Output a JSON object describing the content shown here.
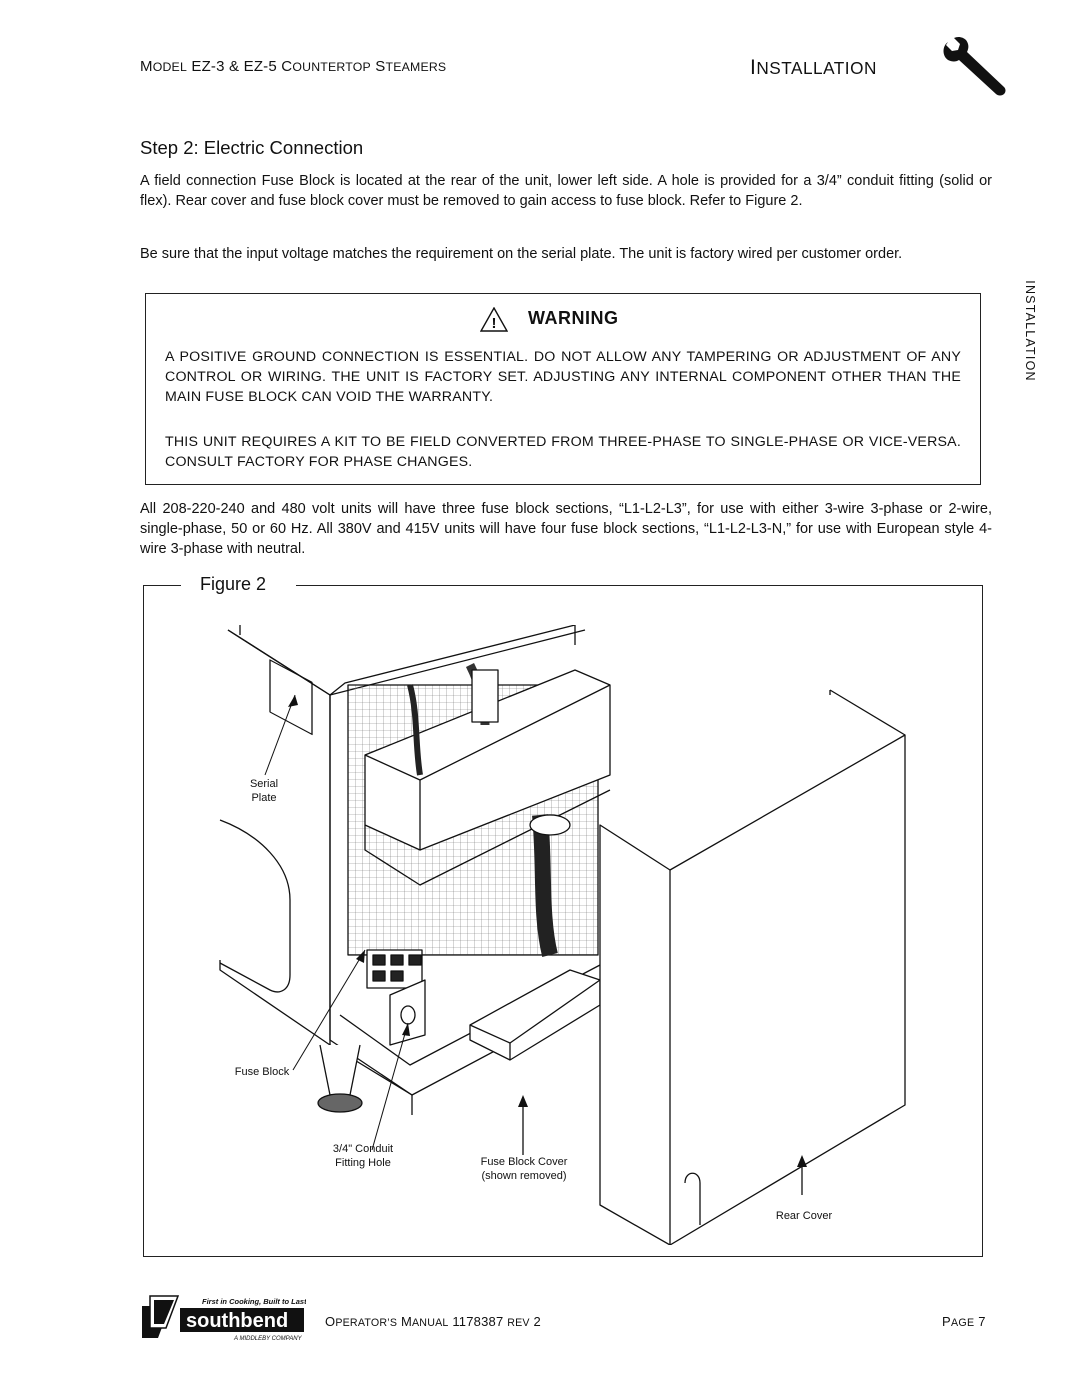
{
  "header": {
    "model_first": "M",
    "model_rest": "ODEL",
    "model_mid": " EZ-3 & EZ-5 ",
    "countertop_first": "C",
    "countertop_rest": "OUNTERTOP",
    "steamers_first": " S",
    "steamers_rest": "TEAMERS",
    "install_first": "I",
    "install_rest": "NSTALLATION"
  },
  "side_tab": "INSTALLATION",
  "step_title": "Step 2: Electric Connection",
  "paragraphs": {
    "p1": "A field connection Fuse Block is located at the rear of the unit, lower left side.  A hole is provided for a 3/4” conduit fitting (solid or flex). Rear cover and fuse block cover must be removed to gain access to fuse block. Refer to Figure 2.",
    "p2": "Be sure that the input voltage matches the requirement on the serial plate. The unit is factory wired per customer order.",
    "p3": "All 208-220-240 and 480 volt units will have three fuse block sections, “L1-L2-L3”, for use with either 3-wire 3-phase or 2-wire, single-phase, 50 or 60 Hz. All 380V and 415V units will have four fuse block sections, “L1-L2-L3-N,” for use with European style 4-wire 3-phase with neutral."
  },
  "warning": {
    "symbol": "!",
    "title": "WARNING",
    "text1": "A POSITIVE GROUND CONNECTION IS ESSENTIAL. DO NOT ALLOW ANY TAMPERING OR ADJUSTMENT OF ANY CONTROL OR WIRING. THE UNIT IS FACTORY SET. ADJUSTING ANY INTERNAL COMPONENT OTHER THAN THE MAIN FUSE BLOCK CAN VOID THE WARRANTY.",
    "text2": "THIS UNIT REQUIRES A KIT TO BE FIELD CONVERTED FROM THREE-PHASE TO SINGLE-PHASE OR VICE-VERSA. CONSULT FACTORY FOR PHASE CHANGES."
  },
  "figure": {
    "label": "Figure 2",
    "callouts": {
      "serial_plate_1": "Serial",
      "serial_plate_2": "Plate",
      "fuse_block": "Fuse Block",
      "conduit_1": "3/4\" Conduit",
      "conduit_2": "Fitting Hole",
      "cover_1": "Fuse Block Cover",
      "cover_2": "(shown removed)",
      "rear_cover": "Rear Cover"
    }
  },
  "footer": {
    "logo_tagline": "First in Cooking, Built to Last.",
    "logo_brand": "southbend",
    "logo_sub": "A MIDDLEBY COMPANY",
    "manual_o": "O",
    "manual_perators": "PERATOR",
    "manual_s": "’S",
    "manual_m": " M",
    "manual_anual": "ANUAL",
    "manual_num": " 1178387 ",
    "manual_rev": "REV",
    "manual_rev_num": " 2",
    "page_p": "P",
    "page_age": "AGE",
    "page_num": " 7"
  }
}
